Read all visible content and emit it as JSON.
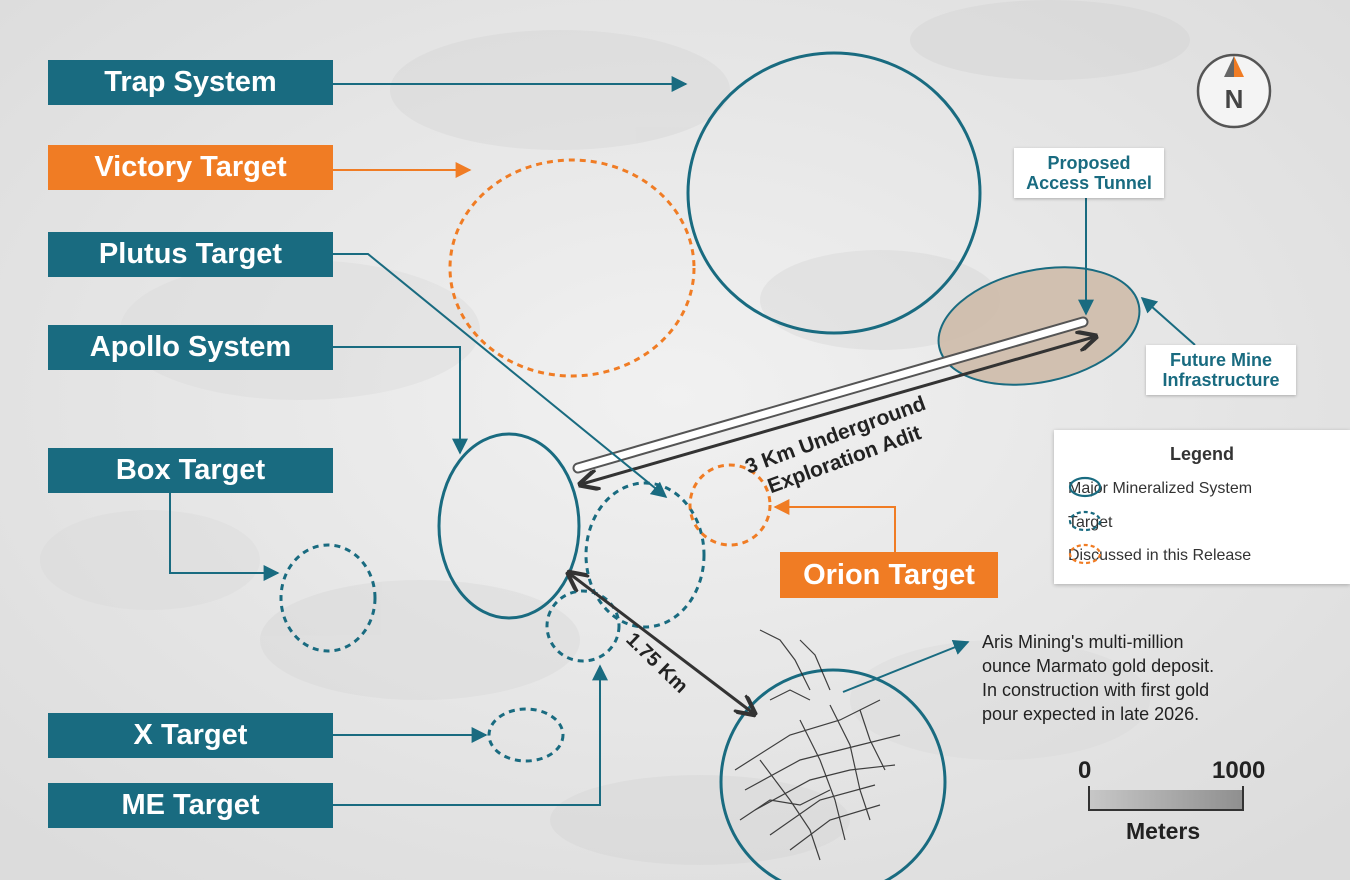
{
  "colors": {
    "major": "#196b80",
    "discussed": "#f07c24",
    "target": "#196b80",
    "basemap": "#e9e9e9",
    "infrastructure_fill": "#cdb9a6"
  },
  "labels": {
    "trap_system": "Trap System",
    "victory_target": "Victory Target",
    "plutus_target": "Plutus Target",
    "apollo_system": "Apollo System",
    "box_target": "Box Target",
    "x_target": "X Target",
    "me_target": "ME Target",
    "orion_target": "Orion Target"
  },
  "callouts": {
    "access_tunnel_line1": "Proposed",
    "access_tunnel_line2": "Access Tunnel",
    "mine_infra_line1": "Future Mine",
    "mine_infra_line2": "Infrastructure"
  },
  "annotations": {
    "adit_line1": "3 Km Underground",
    "adit_line2": "Exploration Adit",
    "distance": "1.75 Km",
    "marmato_line1": "Aris Mining's multi-million",
    "marmato_line2": "ounce Marmato gold deposit.",
    "marmato_line3": "In construction with first gold",
    "marmato_line4": "pour expected in late 2026."
  },
  "legend": {
    "title": "Legend",
    "items": [
      {
        "label": "Major Mineralized System",
        "style": "solid",
        "color": "#196b80"
      },
      {
        "label": "Target",
        "style": "dashed",
        "color": "#196b80"
      },
      {
        "label": "Discussed in this Release",
        "style": "dashed",
        "color": "#f07c24"
      }
    ]
  },
  "scale_bar": {
    "min_label": "0",
    "max_label": "1000",
    "unit": "Meters"
  },
  "north_arrow": {
    "label": "N",
    "icon": "north-arrow-icon"
  }
}
